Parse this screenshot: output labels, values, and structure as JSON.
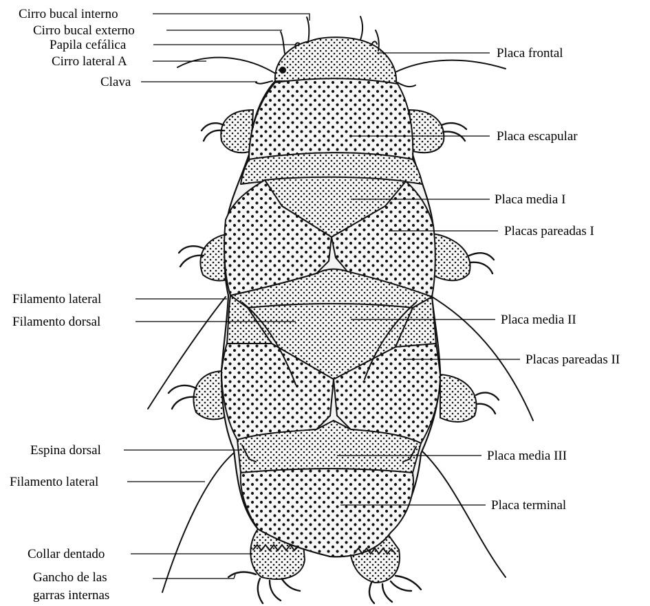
{
  "labels": {
    "cirro_bucal_interno": "Cirro bucal interno",
    "cirro_bucal_externo": "Cirro bucal externo",
    "papila_cefalica": "Papila cefálica",
    "cirro_lateral_a": "Cirro lateral A",
    "clava": "Clava",
    "placa_frontal": "Placa frontal",
    "placa_escapular": "Placa escapular",
    "placa_media_1": "Placa media I",
    "placas_pareadas_1": "Placas pareadas I",
    "filamento_lateral_1": "Filamento lateral",
    "filamento_dorsal": "Filamento dorsal",
    "placa_media_2": "Placa media II",
    "placas_pareadas_2": "Placas pareadas II",
    "espina_dorsal": "Espina dorsal",
    "placa_media_3": "Placa media III",
    "filamento_lateral_2": "Filamento lateral",
    "placa_terminal": "Placa terminal",
    "collar_dentado": "Collar dentado",
    "gancho_line1": "Gancho de las",
    "gancho_line2": "garras internas"
  },
  "colors": {
    "ink": "#000000",
    "background": "#ffffff",
    "plate_fill": "#f7f7f7"
  }
}
